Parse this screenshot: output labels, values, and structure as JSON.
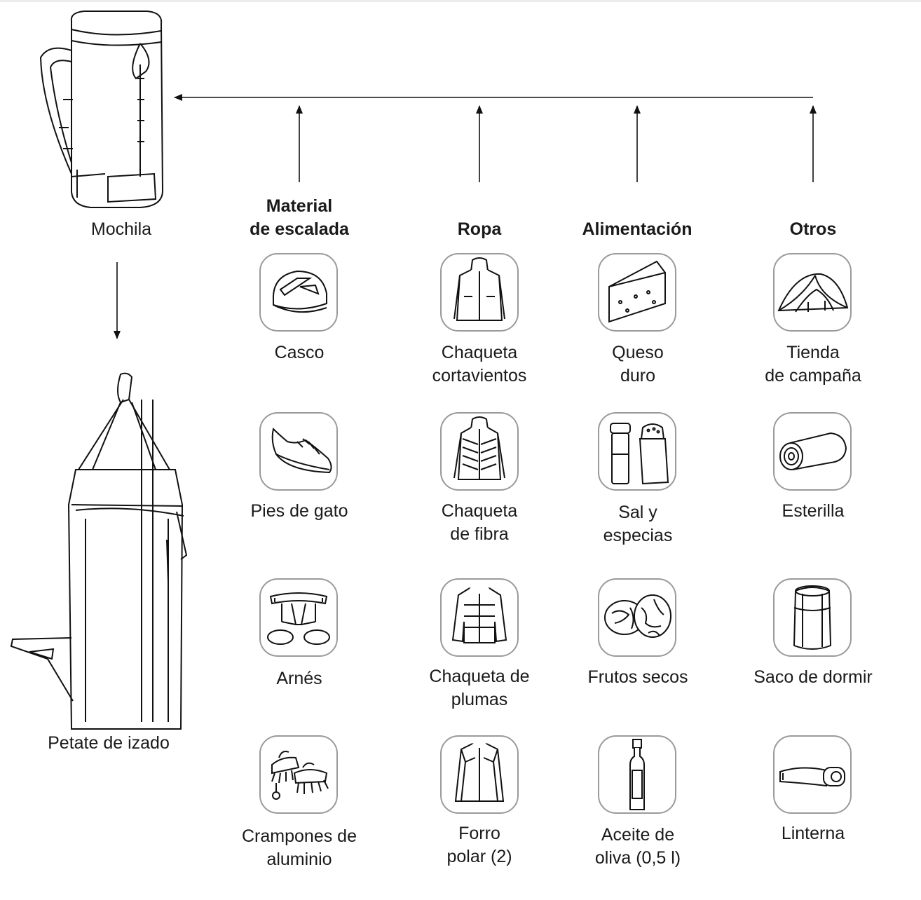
{
  "left": {
    "backpack_label": "Mochila",
    "haulbag_label": "Petate de izado",
    "backpack_icon": "backpack-icon",
    "haulbag_icon": "haul-bag-icon"
  },
  "columns": [
    {
      "header": "Material\nde escalada",
      "items": [
        {
          "label": "Casco",
          "icon": "helmet-icon"
        },
        {
          "label": "Pies de gato",
          "icon": "climbing-shoe-icon"
        },
        {
          "label": "Arnés",
          "icon": "harness-icon"
        },
        {
          "label": "Crampones de\naluminio",
          "icon": "crampons-icon"
        }
      ]
    },
    {
      "header": "Ropa",
      "items": [
        {
          "label": "Chaqueta\ncortavientos",
          "icon": "windbreaker-icon"
        },
        {
          "label": "Chaqueta\nde fibra",
          "icon": "fiber-jacket-icon"
        },
        {
          "label": "Chaqueta de\nplumas",
          "icon": "down-jacket-icon"
        },
        {
          "label": "Forro\npolar (2)",
          "icon": "fleece-icon"
        }
      ]
    },
    {
      "header": "Alimentación",
      "items": [
        {
          "label": "Queso\nduro",
          "icon": "cheese-icon"
        },
        {
          "label": "Sal y\nespecias",
          "icon": "salt-shaker-icon"
        },
        {
          "label": "Frutos secos",
          "icon": "walnut-icon"
        },
        {
          "label": "Aceite de\noliva (0,5 l)",
          "icon": "oil-bottle-icon"
        }
      ]
    },
    {
      "header": "Otros",
      "items": [
        {
          "label": "Tienda\nde campaña",
          "icon": "tent-icon"
        },
        {
          "label": "Esterilla",
          "icon": "sleeping-mat-icon"
        },
        {
          "label": "Saco de dormir",
          "icon": "sleeping-bag-icon"
        },
        {
          "label": "Linterna",
          "icon": "headlamp-icon"
        }
      ]
    }
  ]
}
